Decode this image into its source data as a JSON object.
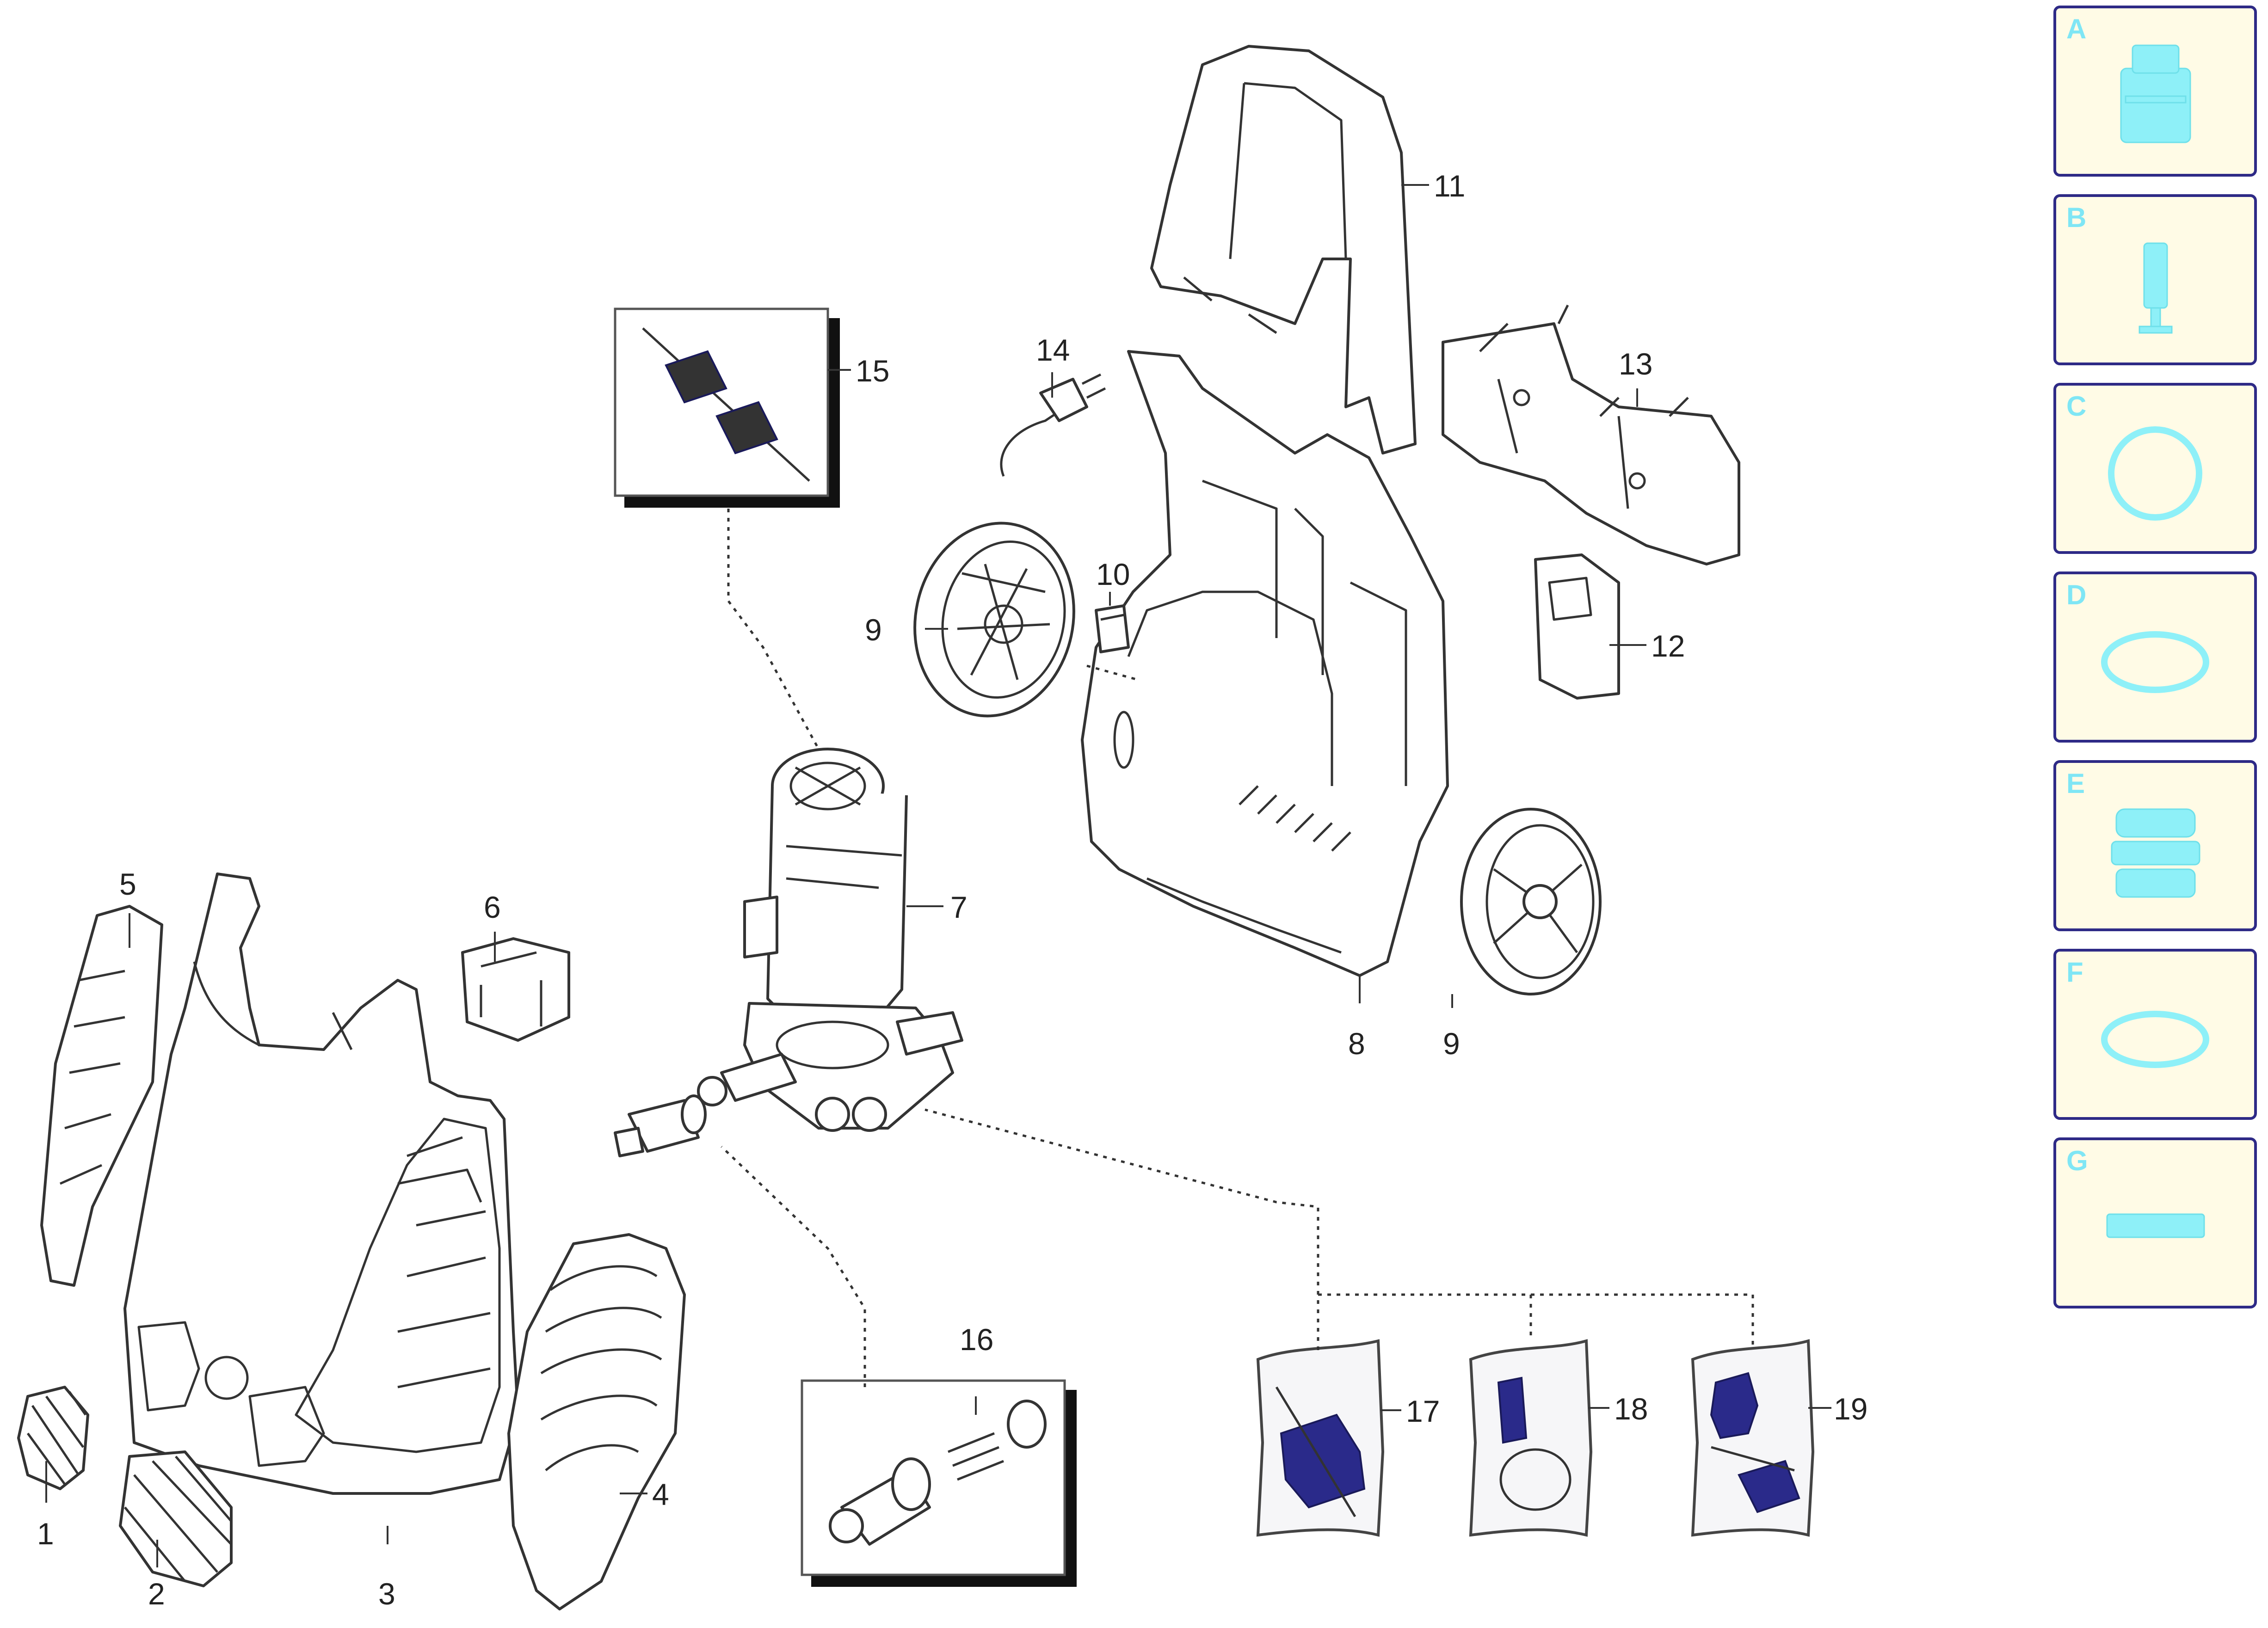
{
  "callouts": [
    "1",
    "2",
    "3",
    "4",
    "5",
    "6",
    "7",
    "8",
    "9",
    "9",
    "10",
    "11",
    "12",
    "13",
    "14",
    "15",
    "16",
    "17",
    "18",
    "19"
  ],
  "legend": {
    "cards": [
      {
        "letter": "A",
        "icon": "pump-head-icon"
      },
      {
        "letter": "B",
        "icon": "valve-icon"
      },
      {
        "letter": "C",
        "icon": "spring-ring-icon"
      },
      {
        "letter": "D",
        "icon": "flat-seal-icon"
      },
      {
        "letter": "E",
        "icon": "seal-kit-icon"
      },
      {
        "letter": "F",
        "icon": "o-ring-icon"
      },
      {
        "letter": "G",
        "icon": "flat-seal-strip-icon"
      }
    ]
  }
}
